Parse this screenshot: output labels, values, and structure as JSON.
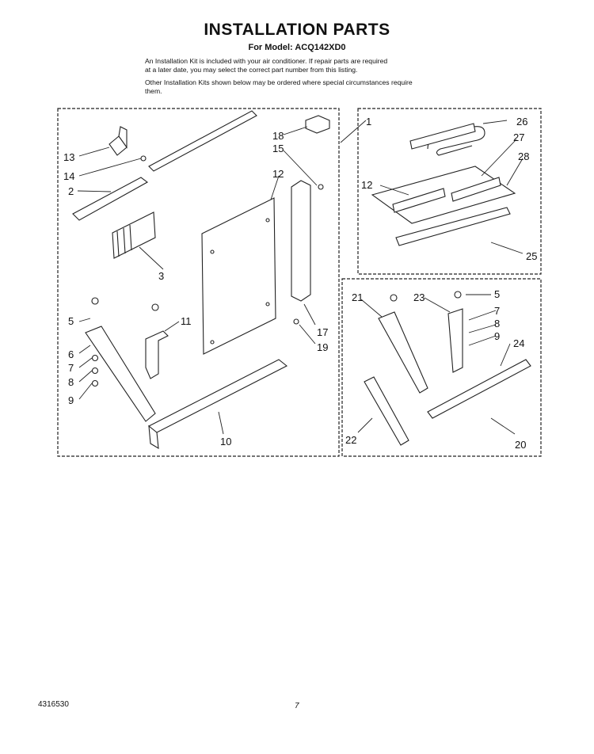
{
  "header": {
    "title": "INSTALLATION PARTS",
    "model_line": "For Model: ACQ142XD0",
    "intro_line_1": "An Installation Kit is included with your air conditioner. If repair parts are required",
    "intro_line_2": "at a later date, you may select the correct part number from this listing.",
    "intro_line_3": "Other Installation Kits shown below may be ordered where special circumstances require",
    "intro_line_4": "them."
  },
  "callouts": {
    "c1": "1",
    "c2": "2",
    "c3": "3",
    "c5a": "5",
    "c5b": "5",
    "c6": "6",
    "c7a": "7",
    "c7b": "7",
    "c8a": "8",
    "c8b": "8",
    "c9a": "9",
    "c9b": "9",
    "c10": "10",
    "c11": "11",
    "c12a": "12",
    "c12b": "12",
    "c13": "13",
    "c14": "14",
    "c15": "15",
    "c17": "17",
    "c18": "18",
    "c19": "19",
    "c20": "20",
    "c21": "21",
    "c22": "22",
    "c23": "23",
    "c24": "24",
    "c25": "25",
    "c26": "26",
    "c27": "27",
    "c28": "28"
  },
  "footer": {
    "doc_number": "4316530",
    "page_number": "7"
  }
}
